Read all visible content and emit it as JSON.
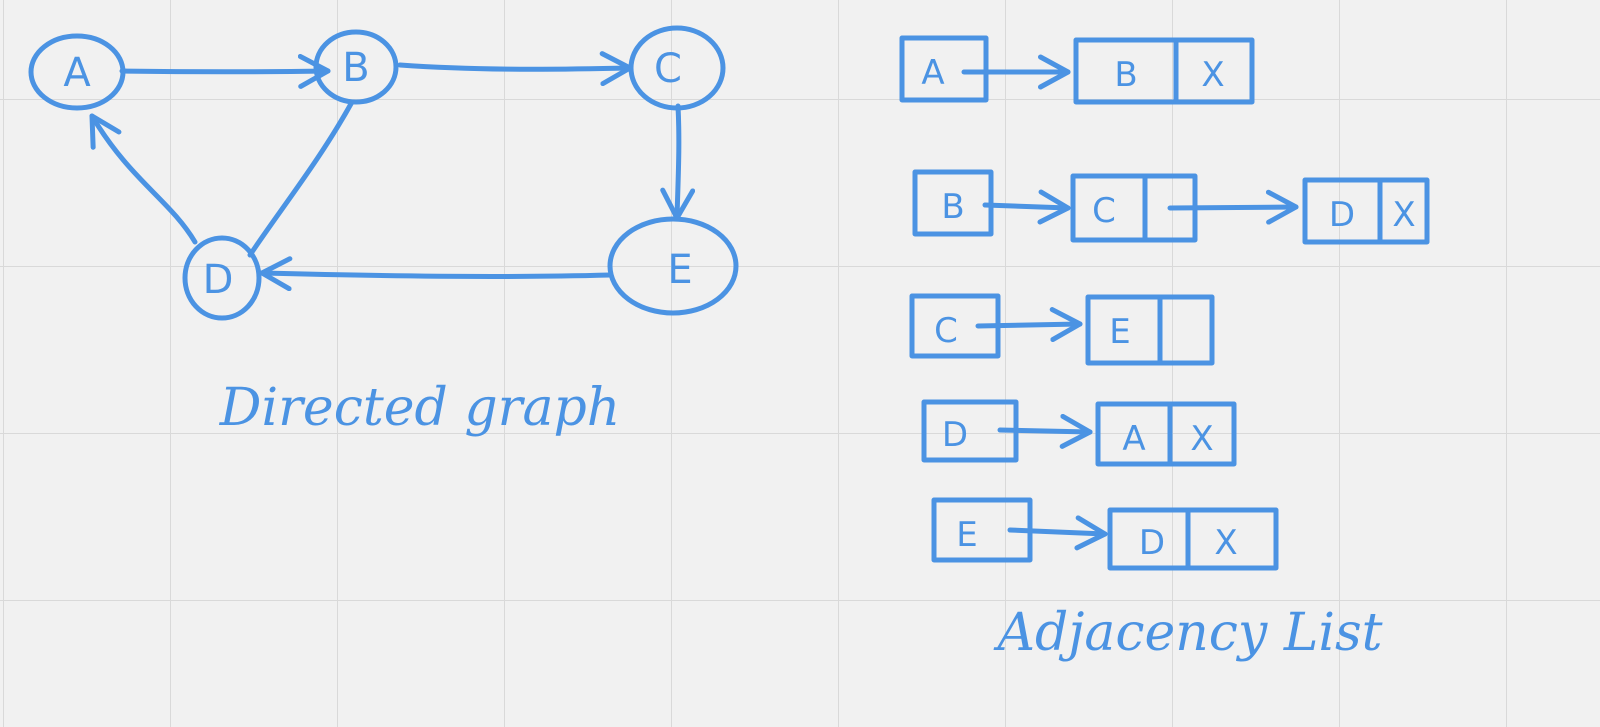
{
  "colors": {
    "ink": "#4b93e3",
    "background": "#f1f1f1",
    "grid": "#d9d9d9"
  },
  "graph": {
    "caption": "Directed graph",
    "nodes": [
      {
        "id": "A",
        "label": "A"
      },
      {
        "id": "B",
        "label": "B"
      },
      {
        "id": "C",
        "label": "C"
      },
      {
        "id": "D",
        "label": "D"
      },
      {
        "id": "E",
        "label": "E"
      }
    ],
    "edges": [
      {
        "from": "A",
        "to": "B"
      },
      {
        "from": "B",
        "to": "C"
      },
      {
        "from": "C",
        "to": "E"
      },
      {
        "from": "E",
        "to": "D"
      },
      {
        "from": "D",
        "to": "A"
      },
      {
        "from": "D",
        "to": "B"
      }
    ]
  },
  "adjacency_list": {
    "caption": "Adjacency List",
    "null_marker": "X",
    "rows": [
      {
        "head": "A",
        "cells": [
          "B"
        ],
        "ends_with_null": true
      },
      {
        "head": "B",
        "cells": [
          "C",
          "D"
        ],
        "ends_with_null": true
      },
      {
        "head": "C",
        "cells": [
          "E"
        ],
        "ends_with_null": false
      },
      {
        "head": "D",
        "cells": [
          "A"
        ],
        "ends_with_null": true
      },
      {
        "head": "E",
        "cells": [
          "D"
        ],
        "ends_with_null": true
      }
    ]
  }
}
